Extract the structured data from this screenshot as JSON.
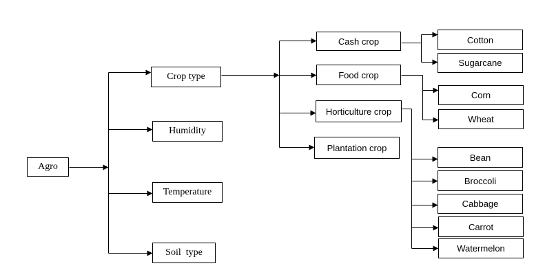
{
  "root": {
    "label": "Agro"
  },
  "factors": [
    {
      "id": "crop-type",
      "label": "Crop type"
    },
    {
      "id": "humidity",
      "label": "Humidity"
    },
    {
      "id": "temperature",
      "label": "Temperature"
    },
    {
      "id": "soil-type",
      "label": "Soil  type"
    }
  ],
  "crop_categories": [
    {
      "id": "cash-crop",
      "label": "Cash crop"
    },
    {
      "id": "food-crop",
      "label": "Food crop"
    },
    {
      "id": "horticulture-crop",
      "label": "Horticulture crop"
    },
    {
      "id": "plantation-crop",
      "label": "Plantation crop"
    }
  ],
  "cash_crops": [
    {
      "id": "cotton",
      "label": "Cotton"
    },
    {
      "id": "sugarcane",
      "label": "Sugarcane"
    }
  ],
  "food_crops": [
    {
      "id": "corn",
      "label": "Corn"
    },
    {
      "id": "wheat",
      "label": "Wheat"
    }
  ],
  "horticulture_crops": [
    {
      "id": "bean",
      "label": "Bean"
    },
    {
      "id": "broccoli",
      "label": "Broccoli"
    },
    {
      "id": "cabbage",
      "label": "Cabbage"
    },
    {
      "id": "carrot",
      "label": "Carrot"
    },
    {
      "id": "watermelon",
      "label": "Watermelon"
    }
  ]
}
